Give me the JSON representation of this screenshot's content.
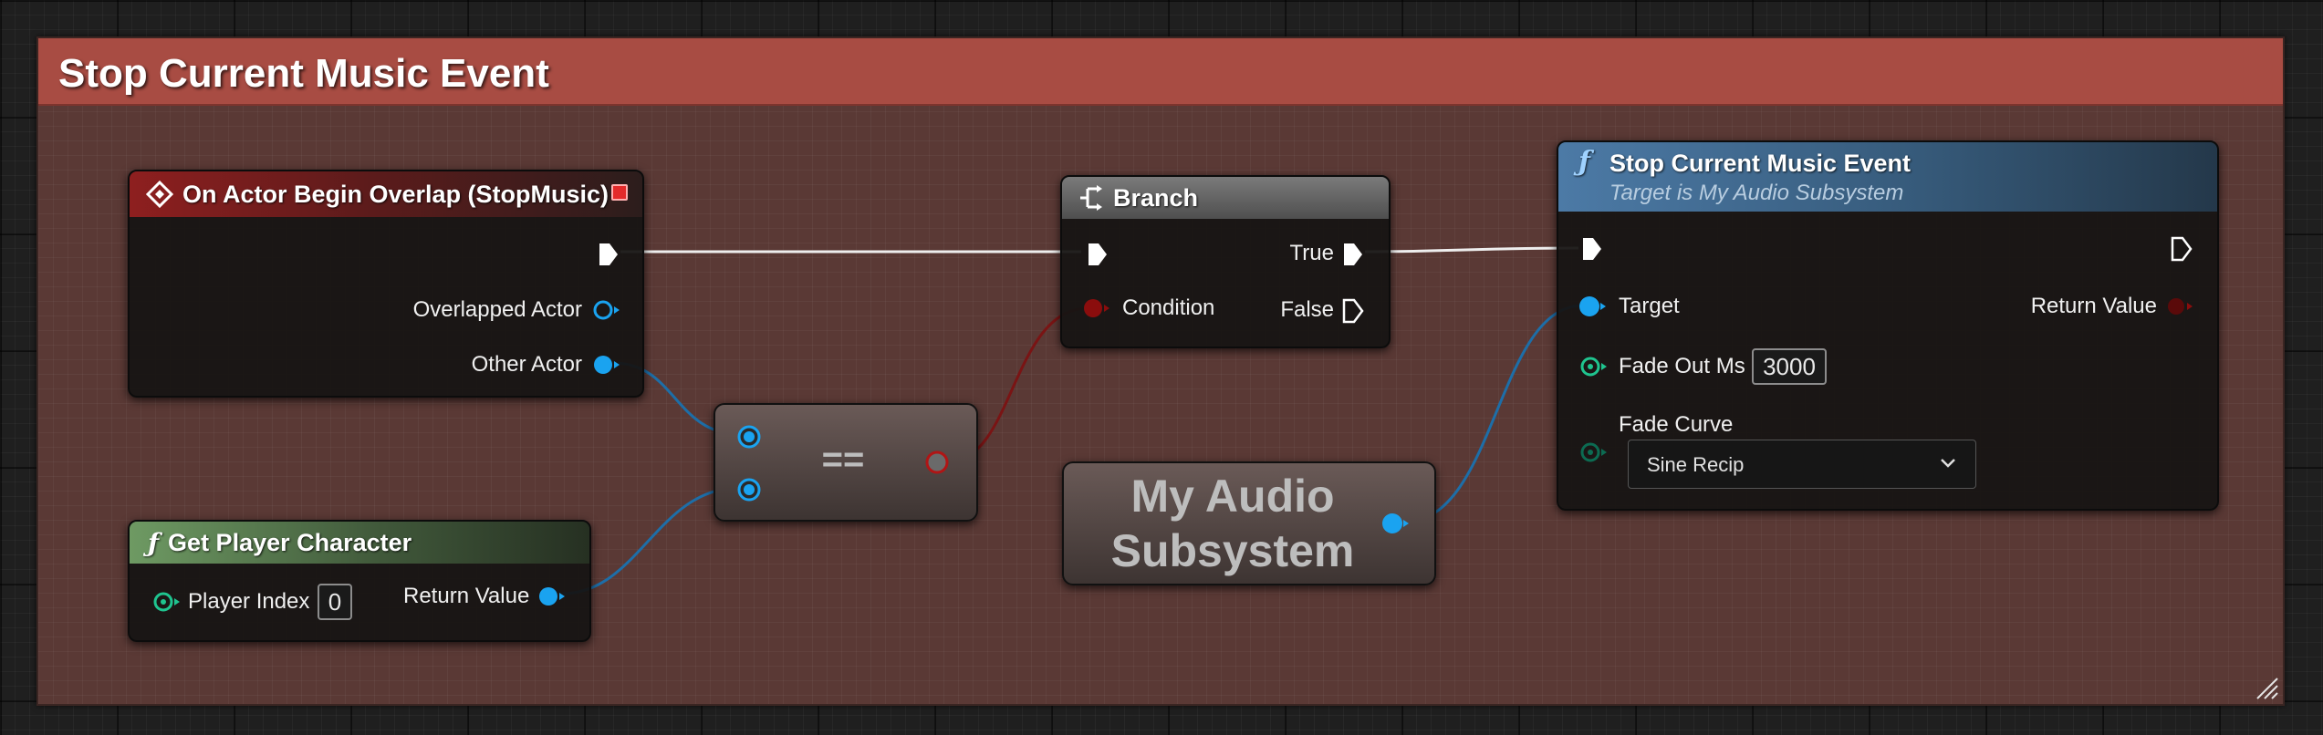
{
  "comment": {
    "title": "Stop Current Music Event"
  },
  "event_node": {
    "title": "On Actor Begin Overlap (StopMusic)",
    "pins": {
      "overlapped_actor": "Overlapped Actor",
      "other_actor": "Other Actor"
    }
  },
  "get_player_node": {
    "title": "Get Player Character",
    "player_index_label": "Player Index",
    "player_index_value": "0",
    "return_label": "Return Value"
  },
  "equals_node": {
    "symbol": "=="
  },
  "branch_node": {
    "title": "Branch",
    "condition_label": "Condition",
    "true_label": "True",
    "false_label": "False"
  },
  "audio_node": {
    "line1": "My Audio",
    "line2": "Subsystem"
  },
  "stop_music_node": {
    "title": "Stop Current Music Event",
    "subtitle": "Target is My Audio Subsystem",
    "target_label": "Target",
    "return_label": "Return Value",
    "fade_out_label": "Fade Out Ms",
    "fade_out_value": "3000",
    "fade_curve_label": "Fade Curve",
    "fade_curve_value": "Sine Recip"
  },
  "colors": {
    "exec": "#ffffff",
    "object_pin": "#1aa3f0",
    "bool_pin": "#8b0d0d",
    "int_pin": "#1fc48f",
    "comment_header": "#a84c43"
  },
  "icons": {
    "event": "diamond-event-icon",
    "function": "function-f-icon",
    "branch": "branch-icon",
    "dropdown": "chevron-down-icon",
    "close": "close-icon"
  }
}
